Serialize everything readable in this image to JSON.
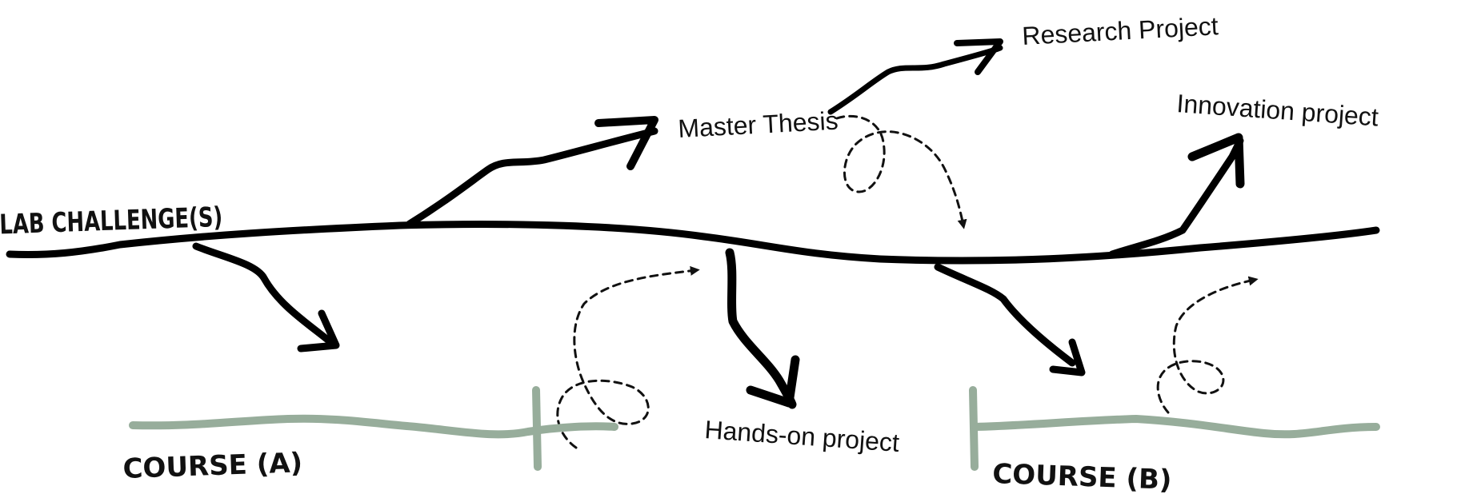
{
  "diagram": {
    "labels": {
      "lab_challenges": "LAB CHALLENGE(S)",
      "master_thesis": "Master Thesis",
      "research_project": "Research Project",
      "innovation_project": "Innovation project",
      "hands_on_project": "Hands-on project",
      "course_a": "COURSE (A)",
      "course_b": "COURSE (B)"
    },
    "colors": {
      "ink": "#000000",
      "course_line": "#97ad9b"
    }
  }
}
